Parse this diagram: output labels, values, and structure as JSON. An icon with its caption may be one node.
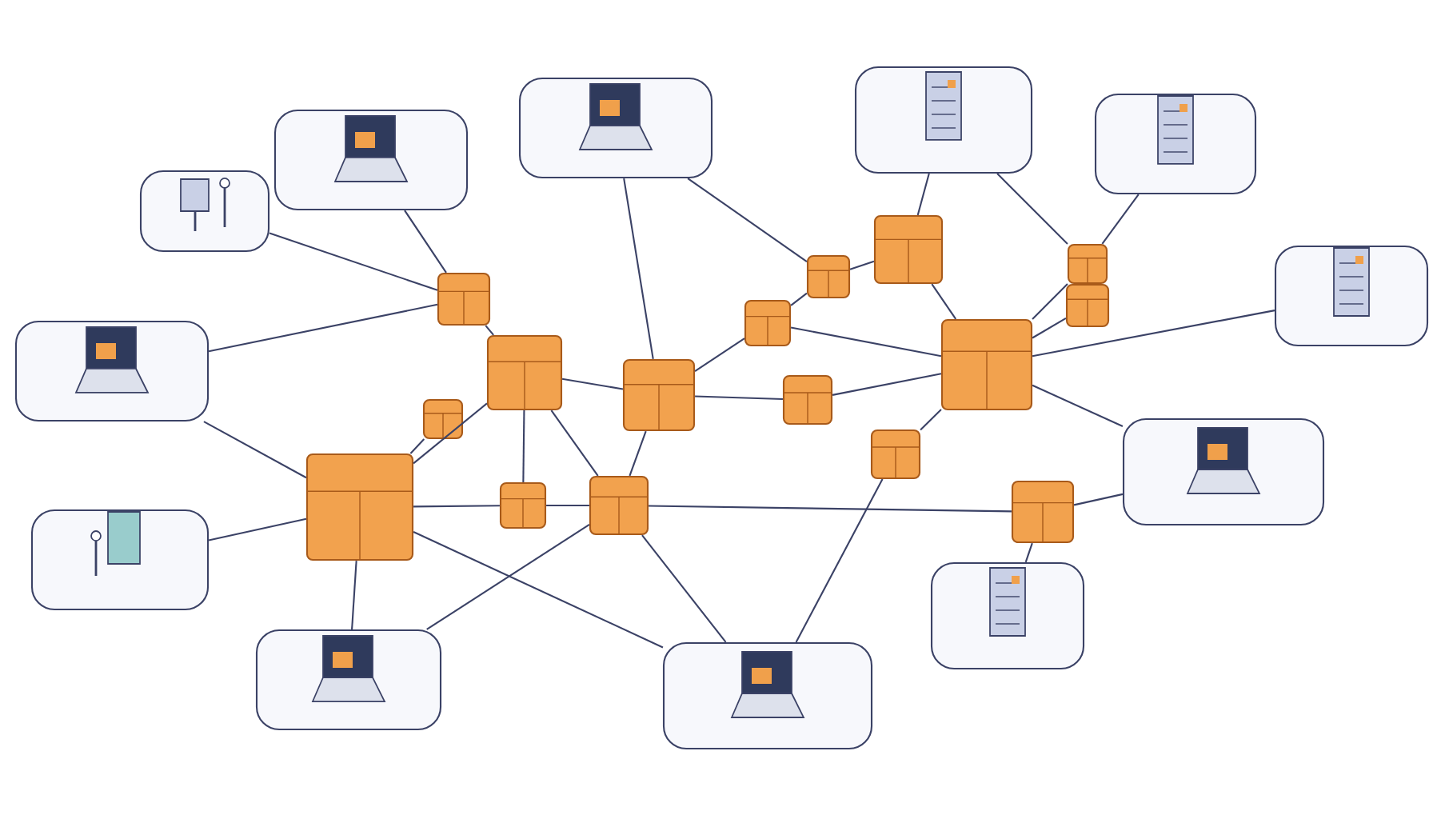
{
  "diagram": {
    "nodes": [
      {
        "text": [],
        "shape": "picture"
      },
      {
        "text": [],
        "shape": "picture"
      },
      {
        "text": [],
        "shape": "picture"
      },
      {
        "text": [],
        "shape": "picture"
      },
      {
        "text": [],
        "shape": "picture"
      },
      {
        "text": [],
        "shape": "picture"
      },
      {
        "text": [],
        "shape": "picture"
      },
      {
        "text": [],
        "shape": "picture"
      },
      {
        "text": [],
        "shape": "picture"
      },
      {
        "text": [],
        "shape": "picture"
      },
      {
        "text": [],
        "shape": "picture"
      },
      {
        "text": [],
        "shape": "picture"
      },
      {
        "text": [],
        "shape": "box"
      },
      {
        "text": [],
        "shape": "box"
      },
      {
        "text": [],
        "shape": "box"
      },
      {
        "text": [],
        "shape": "box"
      },
      {
        "text": [],
        "shape": "box"
      },
      {
        "text": [],
        "shape": "box"
      },
      {
        "text": [],
        "shape": "box"
      },
      {
        "text": [],
        "shape": "box"
      },
      {
        "text": [],
        "shape": "box"
      },
      {
        "text": [],
        "shape": "box"
      },
      {
        "text": [],
        "shape": "box"
      },
      {
        "text": [],
        "shape": "box"
      },
      {
        "text": [],
        "shape": "box"
      },
      {
        "text": [],
        "shape": "box"
      },
      {
        "text": [],
        "shape": "box"
      },
      {
        "text": [],
        "shape": "box"
      }
    ],
    "edges": [
      {
        "from": 5,
        "to": 12,
        "arrow": "none"
      },
      {
        "from": 0,
        "to": 12,
        "arrow": "none"
      },
      {
        "from": 1,
        "to": 18,
        "arrow": "none"
      },
      {
        "from": 1,
        "to": 20,
        "arrow": "none"
      },
      {
        "from": 2,
        "to": 21,
        "arrow": "none"
      },
      {
        "from": 2,
        "to": 25,
        "arrow": "none"
      },
      {
        "from": 3,
        "to": 25,
        "arrow": "none"
      },
      {
        "from": 4,
        "to": 24,
        "arrow": "none"
      },
      {
        "from": 5,
        "to": 15,
        "arrow": "none"
      },
      {
        "from": 6,
        "to": 12,
        "arrow": "none"
      },
      {
        "from": 7,
        "to": 15,
        "arrow": "none"
      },
      {
        "from": 8,
        "to": 15,
        "arrow": "none"
      },
      {
        "from": 8,
        "to": 17,
        "arrow": "none"
      },
      {
        "from": 9,
        "to": 17,
        "arrow": "none"
      },
      {
        "from": 9,
        "to": 23,
        "arrow": "none"
      },
      {
        "from": 10,
        "to": 24,
        "arrow": "none"
      },
      {
        "from": 10,
        "to": 27,
        "arrow": "none"
      },
      {
        "from": 11,
        "to": 27,
        "arrow": "none"
      },
      {
        "from": 12,
        "to": 13,
        "arrow": "none"
      },
      {
        "from": 13,
        "to": 15,
        "arrow": "none"
      },
      {
        "from": 14,
        "to": 15,
        "arrow": "none"
      },
      {
        "from": 13,
        "to": 18,
        "arrow": "none"
      },
      {
        "from": 13,
        "to": 16,
        "arrow": "none"
      },
      {
        "from": 13,
        "to": 17,
        "arrow": "none"
      },
      {
        "from": 15,
        "to": 16,
        "arrow": "none"
      },
      {
        "from": 16,
        "to": 17,
        "arrow": "none"
      },
      {
        "from": 17,
        "to": 18,
        "arrow": "none"
      },
      {
        "from": 18,
        "to": 19,
        "arrow": "none"
      },
      {
        "from": 19,
        "to": 20,
        "arrow": "none"
      },
      {
        "from": 20,
        "to": 21,
        "arrow": "none"
      },
      {
        "from": 18,
        "to": 22,
        "arrow": "none"
      },
      {
        "from": 22,
        "to": 24,
        "arrow": "none"
      },
      {
        "from": 21,
        "to": 24,
        "arrow": "none"
      },
      {
        "from": 23,
        "to": 24,
        "arrow": "none"
      },
      {
        "from": 24,
        "to": 25,
        "arrow": "none"
      },
      {
        "from": 24,
        "to": 26,
        "arrow": "none"
      },
      {
        "from": 19,
        "to": 24,
        "arrow": "none"
      },
      {
        "from": 17,
        "to": 27,
        "arrow": "none"
      },
      {
        "from": 15,
        "to": 9,
        "arrow": "none"
      }
    ]
  }
}
